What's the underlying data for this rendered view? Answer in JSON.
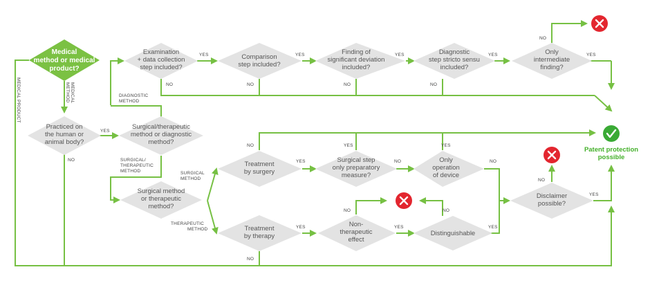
{
  "colors": {
    "accent": "#76c043",
    "start_node": "#7bc143",
    "decision_node": "#e3e3e3",
    "reject": "#e3262f",
    "success": "#3aaa35"
  },
  "nodes": {
    "start": [
      "Medical",
      "method or medical",
      "product?"
    ],
    "examination": [
      "Examination",
      "+ data collection",
      "step included?"
    ],
    "comparison": [
      "Comparison",
      "step included?"
    ],
    "finding": [
      "Finding of",
      "significant deviation",
      "included?"
    ],
    "diagnostic_step": [
      "Diagnostic",
      "step stricto sensu",
      "included?"
    ],
    "intermediate": [
      "Only",
      "intermediate",
      "finding?"
    ],
    "practiced": [
      "Practiced on",
      "the human or",
      "animal body?"
    ],
    "surg_or_diag": [
      "Surgical/therapeutic",
      "method or diagnostic",
      "method?"
    ],
    "surg_or_ther": [
      "Surgical method",
      "or therapeutic",
      "method?"
    ],
    "treat_surgery": [
      "Treatment",
      "by surgery"
    ],
    "surgical_step": [
      "Surgical step",
      "only preparatory",
      "measure?"
    ],
    "only_operation": [
      "Only",
      "operation",
      "of device"
    ],
    "treat_therapy": [
      "Treatment",
      "by therapy"
    ],
    "non_therapeutic": [
      "Non-",
      "therapeutic",
      "effect"
    ],
    "distinguishable": [
      "Distinguishable"
    ],
    "disclaimer": [
      "Disclaimer",
      "possible?"
    ]
  },
  "outcomes": {
    "patent": [
      "Patent protection",
      "possible"
    ]
  },
  "labels": {
    "yes": "YES",
    "no": "NO",
    "medical_product": "MEDICAL PRODUCT",
    "medical_method": [
      "MEDICAL",
      "METHOD"
    ],
    "diagnostic_method": [
      "DIAGNOSTIC",
      "METHOD"
    ],
    "surgical_therapeutic_method": [
      "SURGICAL/",
      "THERAPEUTIC",
      "METHOD"
    ],
    "surgical_method": [
      "SURGICAL",
      "METHOD"
    ],
    "therapeutic_method": [
      "THERAPEUTIC",
      "METHOD"
    ]
  },
  "icons": {
    "reject": "x-circle-icon",
    "success": "check-circle-icon"
  }
}
